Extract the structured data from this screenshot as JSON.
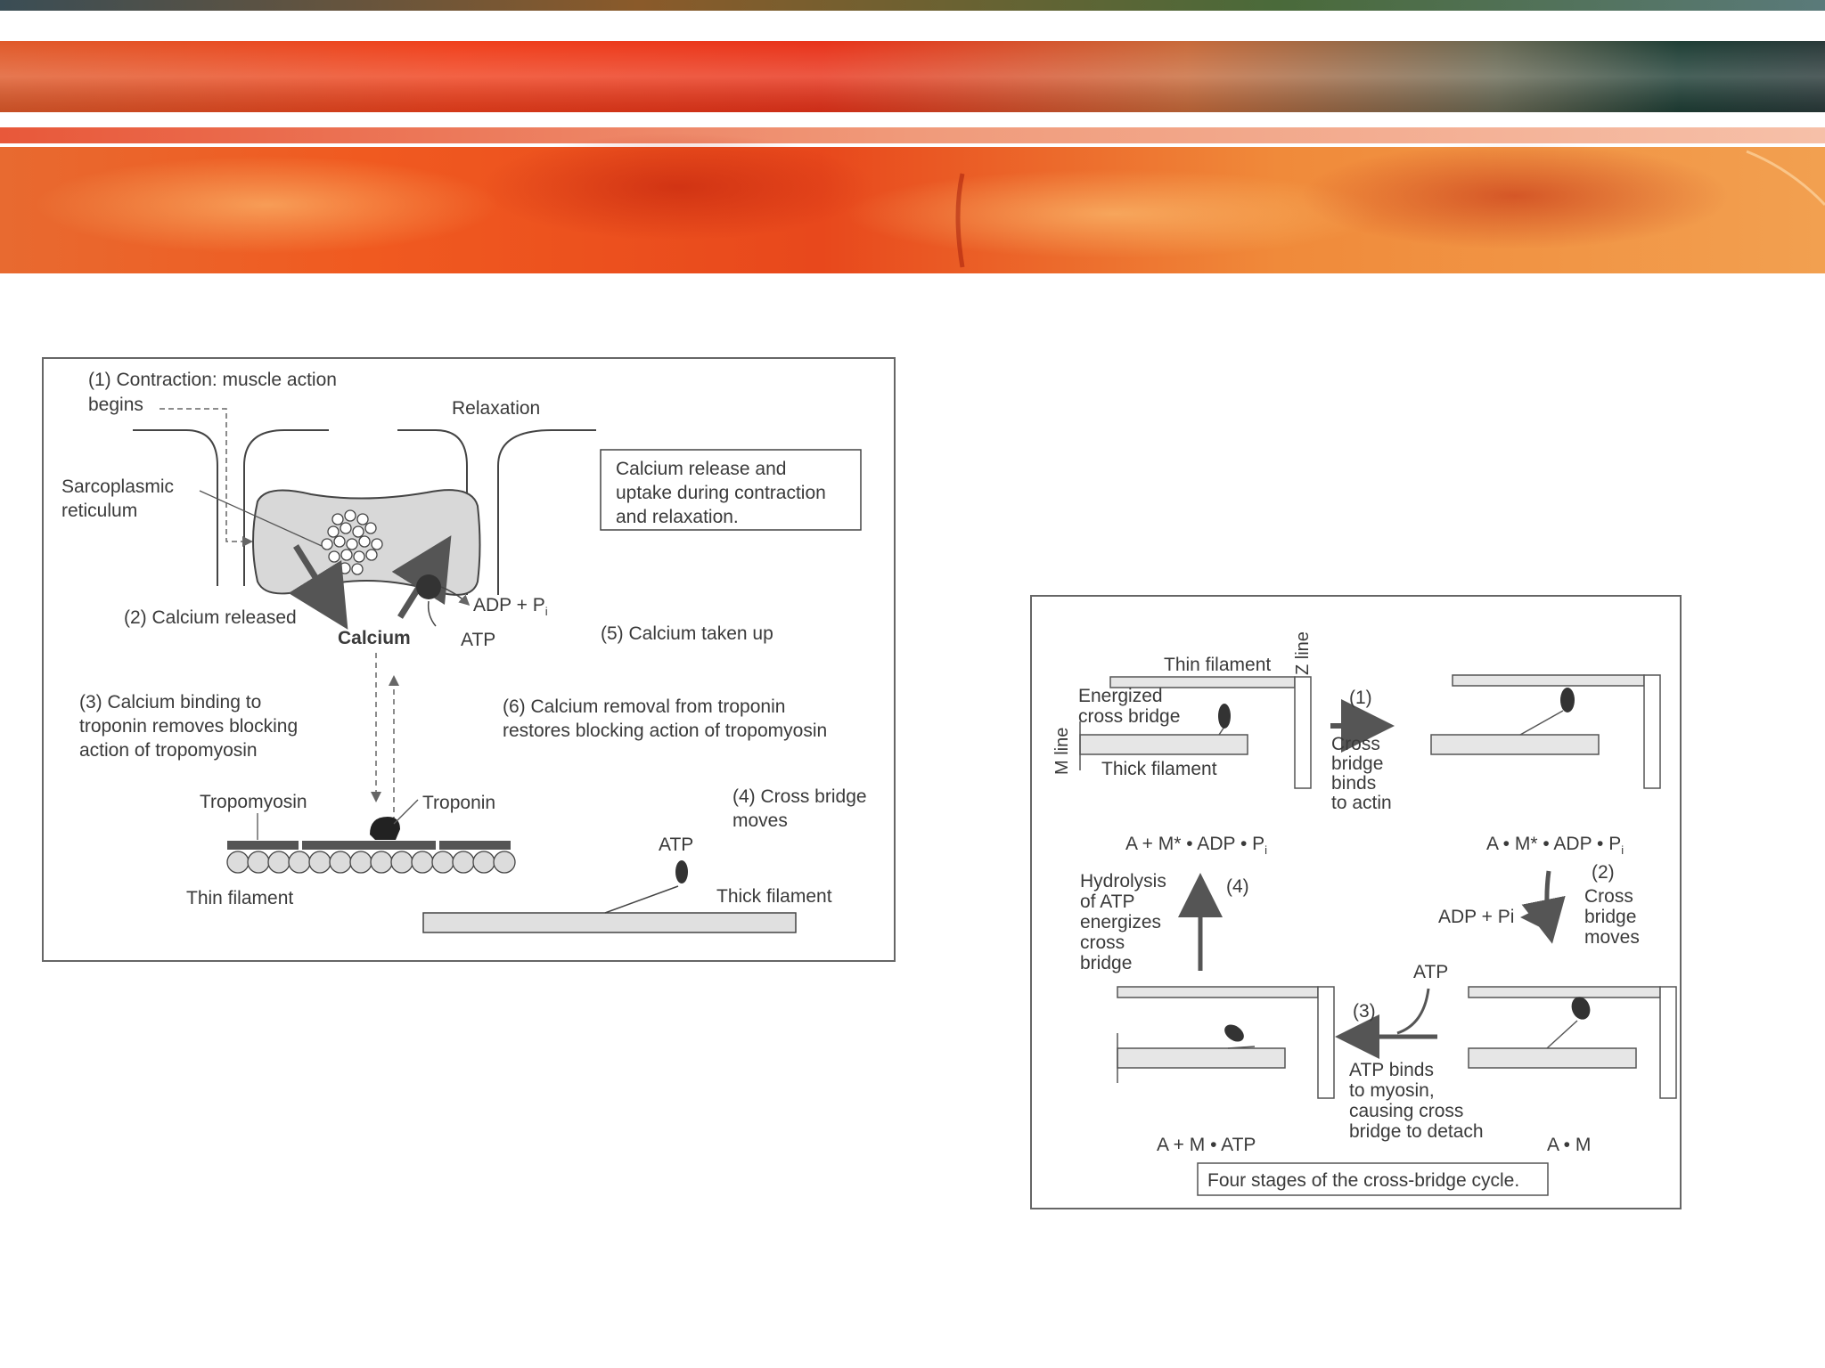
{
  "left_diagram": {
    "step1": [
      "(1) Contraction: muscle action",
      "begins"
    ],
    "relaxation": "Relaxation",
    "sarcoplasmic_reticulum": [
      "Sarcoplasmic",
      "reticulum"
    ],
    "caption": [
      "Calcium release and",
      "uptake during contraction",
      "and relaxation."
    ],
    "adp_pi": "ADP + P",
    "adp_pi_sub": "i",
    "step2": "(2) Calcium released",
    "calcium": "Calcium",
    "atp_upper": "ATP",
    "step5": "(5) Calcium taken up",
    "step3": [
      "(3) Calcium binding to",
      "troponin removes blocking",
      "action of tropomyosin"
    ],
    "step6": [
      "(6) Calcium removal from troponin",
      "restores blocking action of tropomyosin"
    ],
    "tropomyosin": "Tropomyosin",
    "troponin": "Troponin",
    "step4": [
      "(4) Cross bridge",
      "moves"
    ],
    "atp_lower": "ATP",
    "thin_filament": "Thin filament",
    "thick_filament": "Thick filament"
  },
  "right_diagram": {
    "z_line": "Z line",
    "m_line": "M line",
    "thin_filament": "Thin filament",
    "energized_cross_bridge": [
      "Energized",
      "cross bridge"
    ],
    "thick_filament": "Thick filament",
    "stage1_num": "(1)",
    "stage1_text": [
      "Cross",
      "bridge",
      "binds",
      "to actin"
    ],
    "state_top_left": "A + M* • ADP • P",
    "state_top_right": "A • M* • ADP • P",
    "state_sub": "i",
    "stage2_num": "(2)",
    "stage2_text": [
      "Cross",
      "bridge",
      "moves"
    ],
    "adp_pi": "ADP + Pi",
    "stage4_num": "(4)",
    "stage4_text": [
      "Hydrolysis",
      "of ATP",
      "energizes",
      "cross",
      "bridge"
    ],
    "atp": "ATP",
    "stage3_num": "(3)",
    "stage3_text": [
      "ATP binds",
      "to myosin,",
      "causing cross",
      "bridge to detach"
    ],
    "state_bottom_left": "A + M • ATP",
    "state_bottom_right": "A • M",
    "caption": "Four stages of the cross-bridge cycle."
  },
  "colors": {
    "banner_red": "#e8401c",
    "banner_orange": "#f07a2a",
    "banner_green": "#1f3f36"
  }
}
